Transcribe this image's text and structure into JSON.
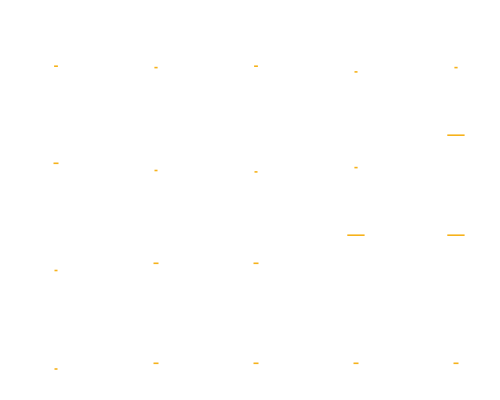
{
  "colors": {
    "background": "#ffffff",
    "dash": "#f6b21b"
  },
  "dash_grid": {
    "columns": 5,
    "rows": 4,
    "levels": [
      [
        0.12,
        0.16,
        0.06,
        0.08
      ],
      [
        0.1,
        0.06,
        0.16,
        0.16
      ],
      [
        0.12,
        0.04,
        0.16,
        0.16
      ],
      [
        0.04,
        0.1,
        0.55,
        0.16
      ],
      [
        0.1,
        0.55,
        0.55,
        0.16
      ]
    ]
  }
}
